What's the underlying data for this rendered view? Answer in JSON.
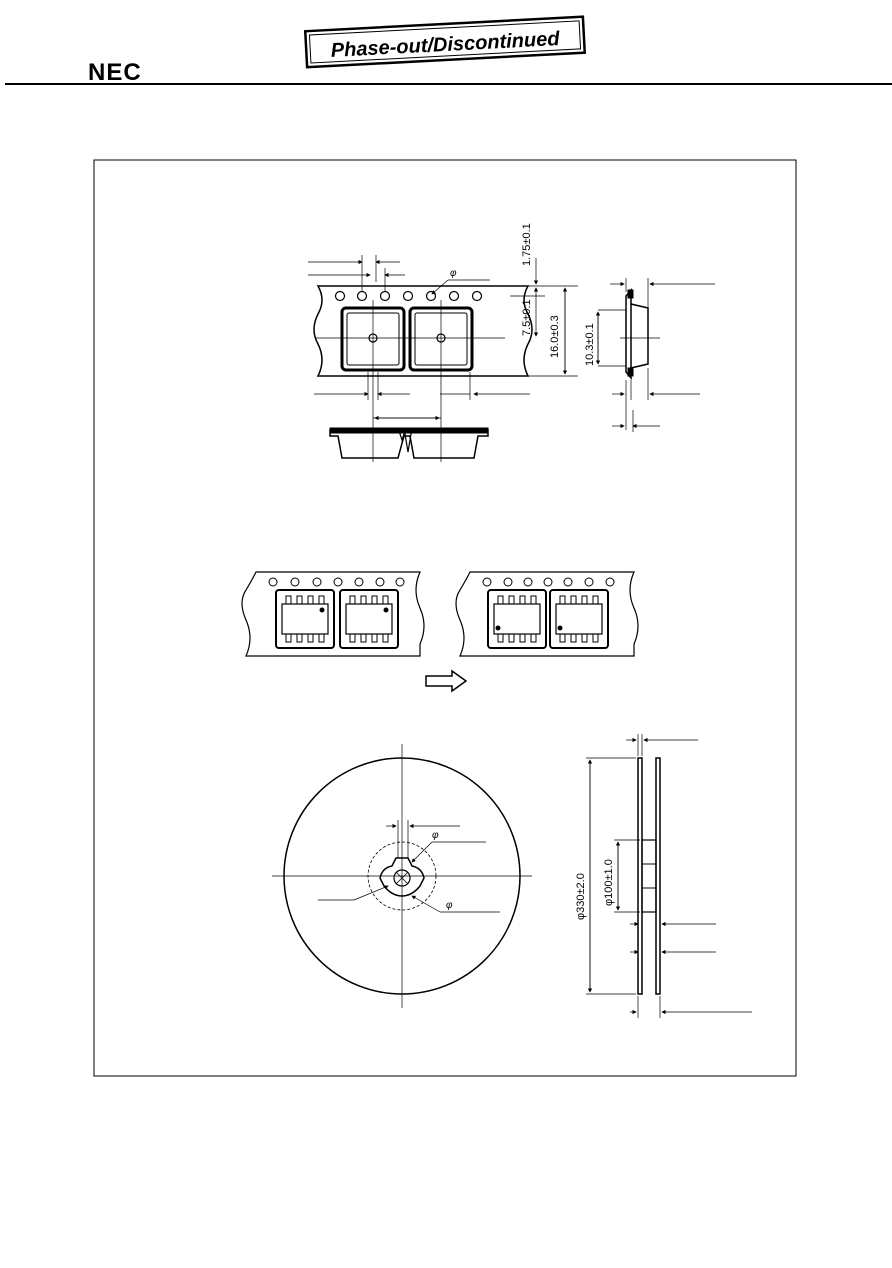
{
  "header": {
    "logo_text": "NEC",
    "stamp_text": "Phase-out/Discontinued"
  },
  "tape_drawing": {
    "dims": {
      "dim_1": "1.75±0.1",
      "dim_2": "7.5±0.1",
      "dim_3": "16.0±0.3",
      "dim_4": "10.3±0.1"
    },
    "phi_symbol": "φ"
  },
  "reel_drawing": {
    "dims": {
      "dia_330": "φ330±2.0",
      "dia_100": "φ100±1.0"
    },
    "phi_symbol": "φ"
  },
  "colors": {
    "line": "#000000",
    "background": "#ffffff"
  }
}
